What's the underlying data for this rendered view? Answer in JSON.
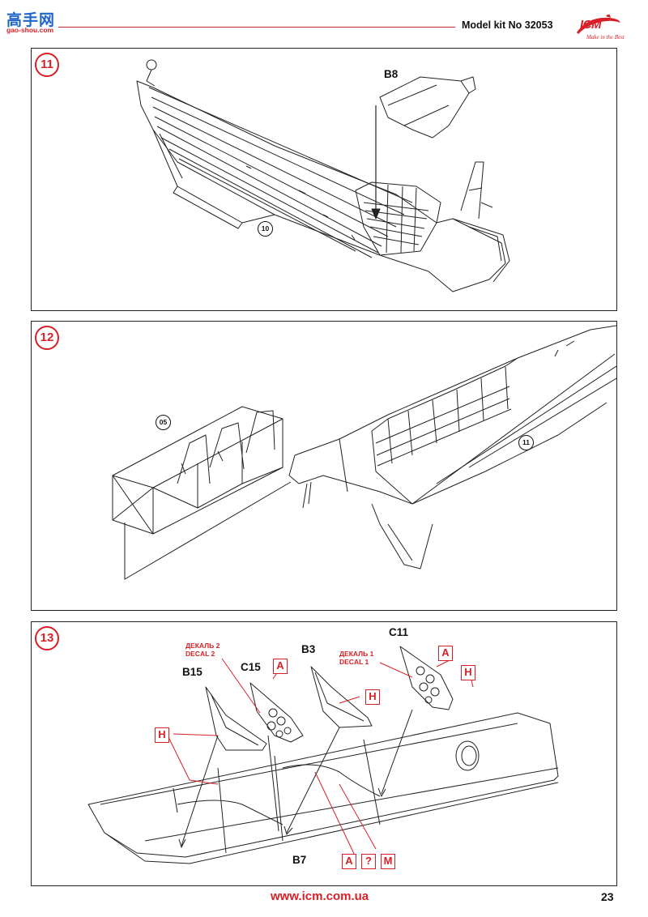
{
  "header": {
    "watermark_cn": "高手网",
    "watermark_url": "gao-shou.com",
    "kit_number": "Model kit No 32053",
    "brand": "ICM",
    "brand_tagline": "Make in the Best"
  },
  "steps": [
    {
      "number": "11",
      "parts": {
        "b8": "B8",
        "assembly_ref": "10"
      }
    },
    {
      "number": "12",
      "parts": {
        "subassembly_ref": "05",
        "assembly_ref": "11"
      }
    },
    {
      "number": "13",
      "parts": {
        "b15": "B15",
        "c15": "C15",
        "b3": "B3",
        "c11": "C11",
        "b7": "B7"
      },
      "decals": {
        "decal2_ru": "ДЕКАЛЬ 2",
        "decal2_en": "DECAL 2",
        "decal1_ru": "ДЕКАЛЬ 1",
        "decal1_en": "DECAL 1"
      },
      "paint_codes": {
        "a": "A",
        "h": "H",
        "q": "?",
        "m": "M"
      }
    }
  ],
  "colors": {
    "accent": "#d81f26",
    "watermark_blue": "#1e66c9",
    "line": "#222222"
  },
  "footer": {
    "url": "www.icm.com.ua",
    "page": "23"
  }
}
